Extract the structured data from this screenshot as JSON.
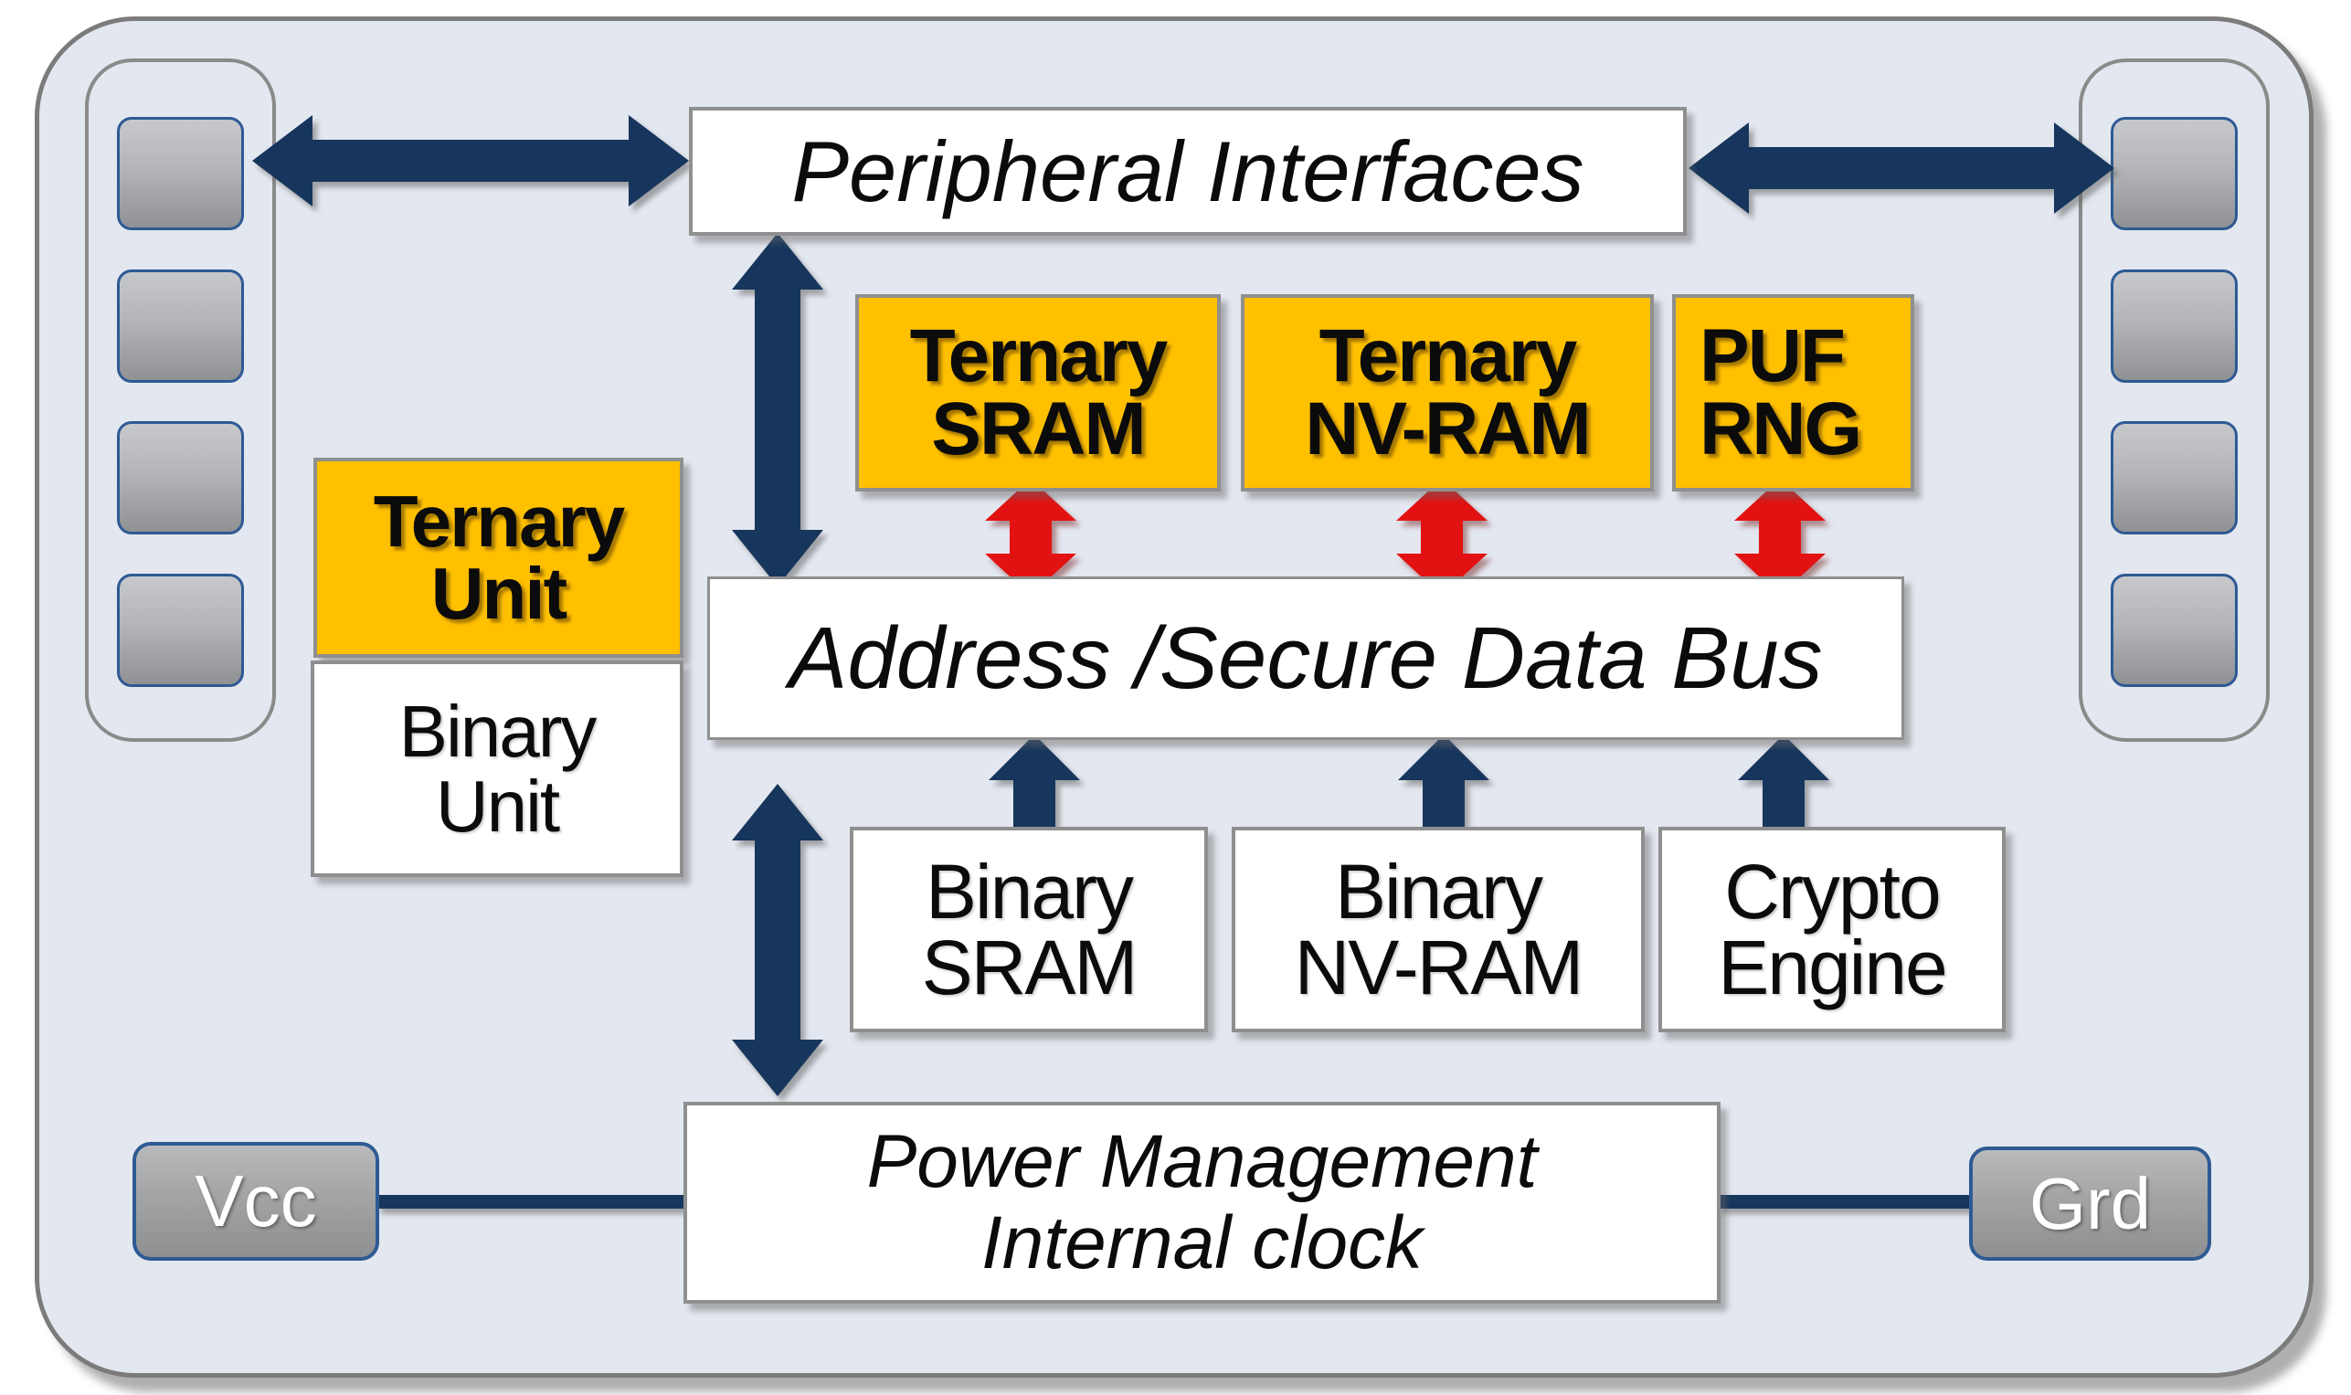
{
  "colors": {
    "chip_background": "#e3e7ef",
    "accent_navy": "#17365d",
    "accent_red": "#e31212",
    "block_orange": "#ffc000",
    "block_white": "#ffffff",
    "border_gray": "#8f8f8f",
    "pin_border_blue": "#2e5a94"
  },
  "chip": {
    "pins_left_count": 4,
    "pins_right_count": 4,
    "vcc_label": "Vcc",
    "grd_label": "Grd"
  },
  "blocks": {
    "peripheral": {
      "label": "Peripheral Interfaces"
    },
    "ternary_sram": {
      "lines": [
        "Ternary",
        "SRAM"
      ]
    },
    "ternary_nvram": {
      "lines": [
        "Ternary",
        "NV-RAM"
      ]
    },
    "puf_rng": {
      "lines": [
        "PUF",
        "RNG"
      ]
    },
    "ternary_unit": {
      "lines": [
        "Ternary",
        "Unit"
      ]
    },
    "binary_unit": {
      "lines": [
        "Binary",
        "Unit"
      ]
    },
    "bus": {
      "label": "Address /Secure Data Bus"
    },
    "binary_sram": {
      "lines": [
        "Binary",
        "SRAM"
      ]
    },
    "binary_nvram": {
      "lines": [
        "Binary",
        "NV-RAM"
      ]
    },
    "crypto_engine": {
      "lines": [
        "Crypto",
        "Engine"
      ]
    },
    "power": {
      "lines": [
        "Power Management",
        "Internal clock"
      ]
    }
  }
}
